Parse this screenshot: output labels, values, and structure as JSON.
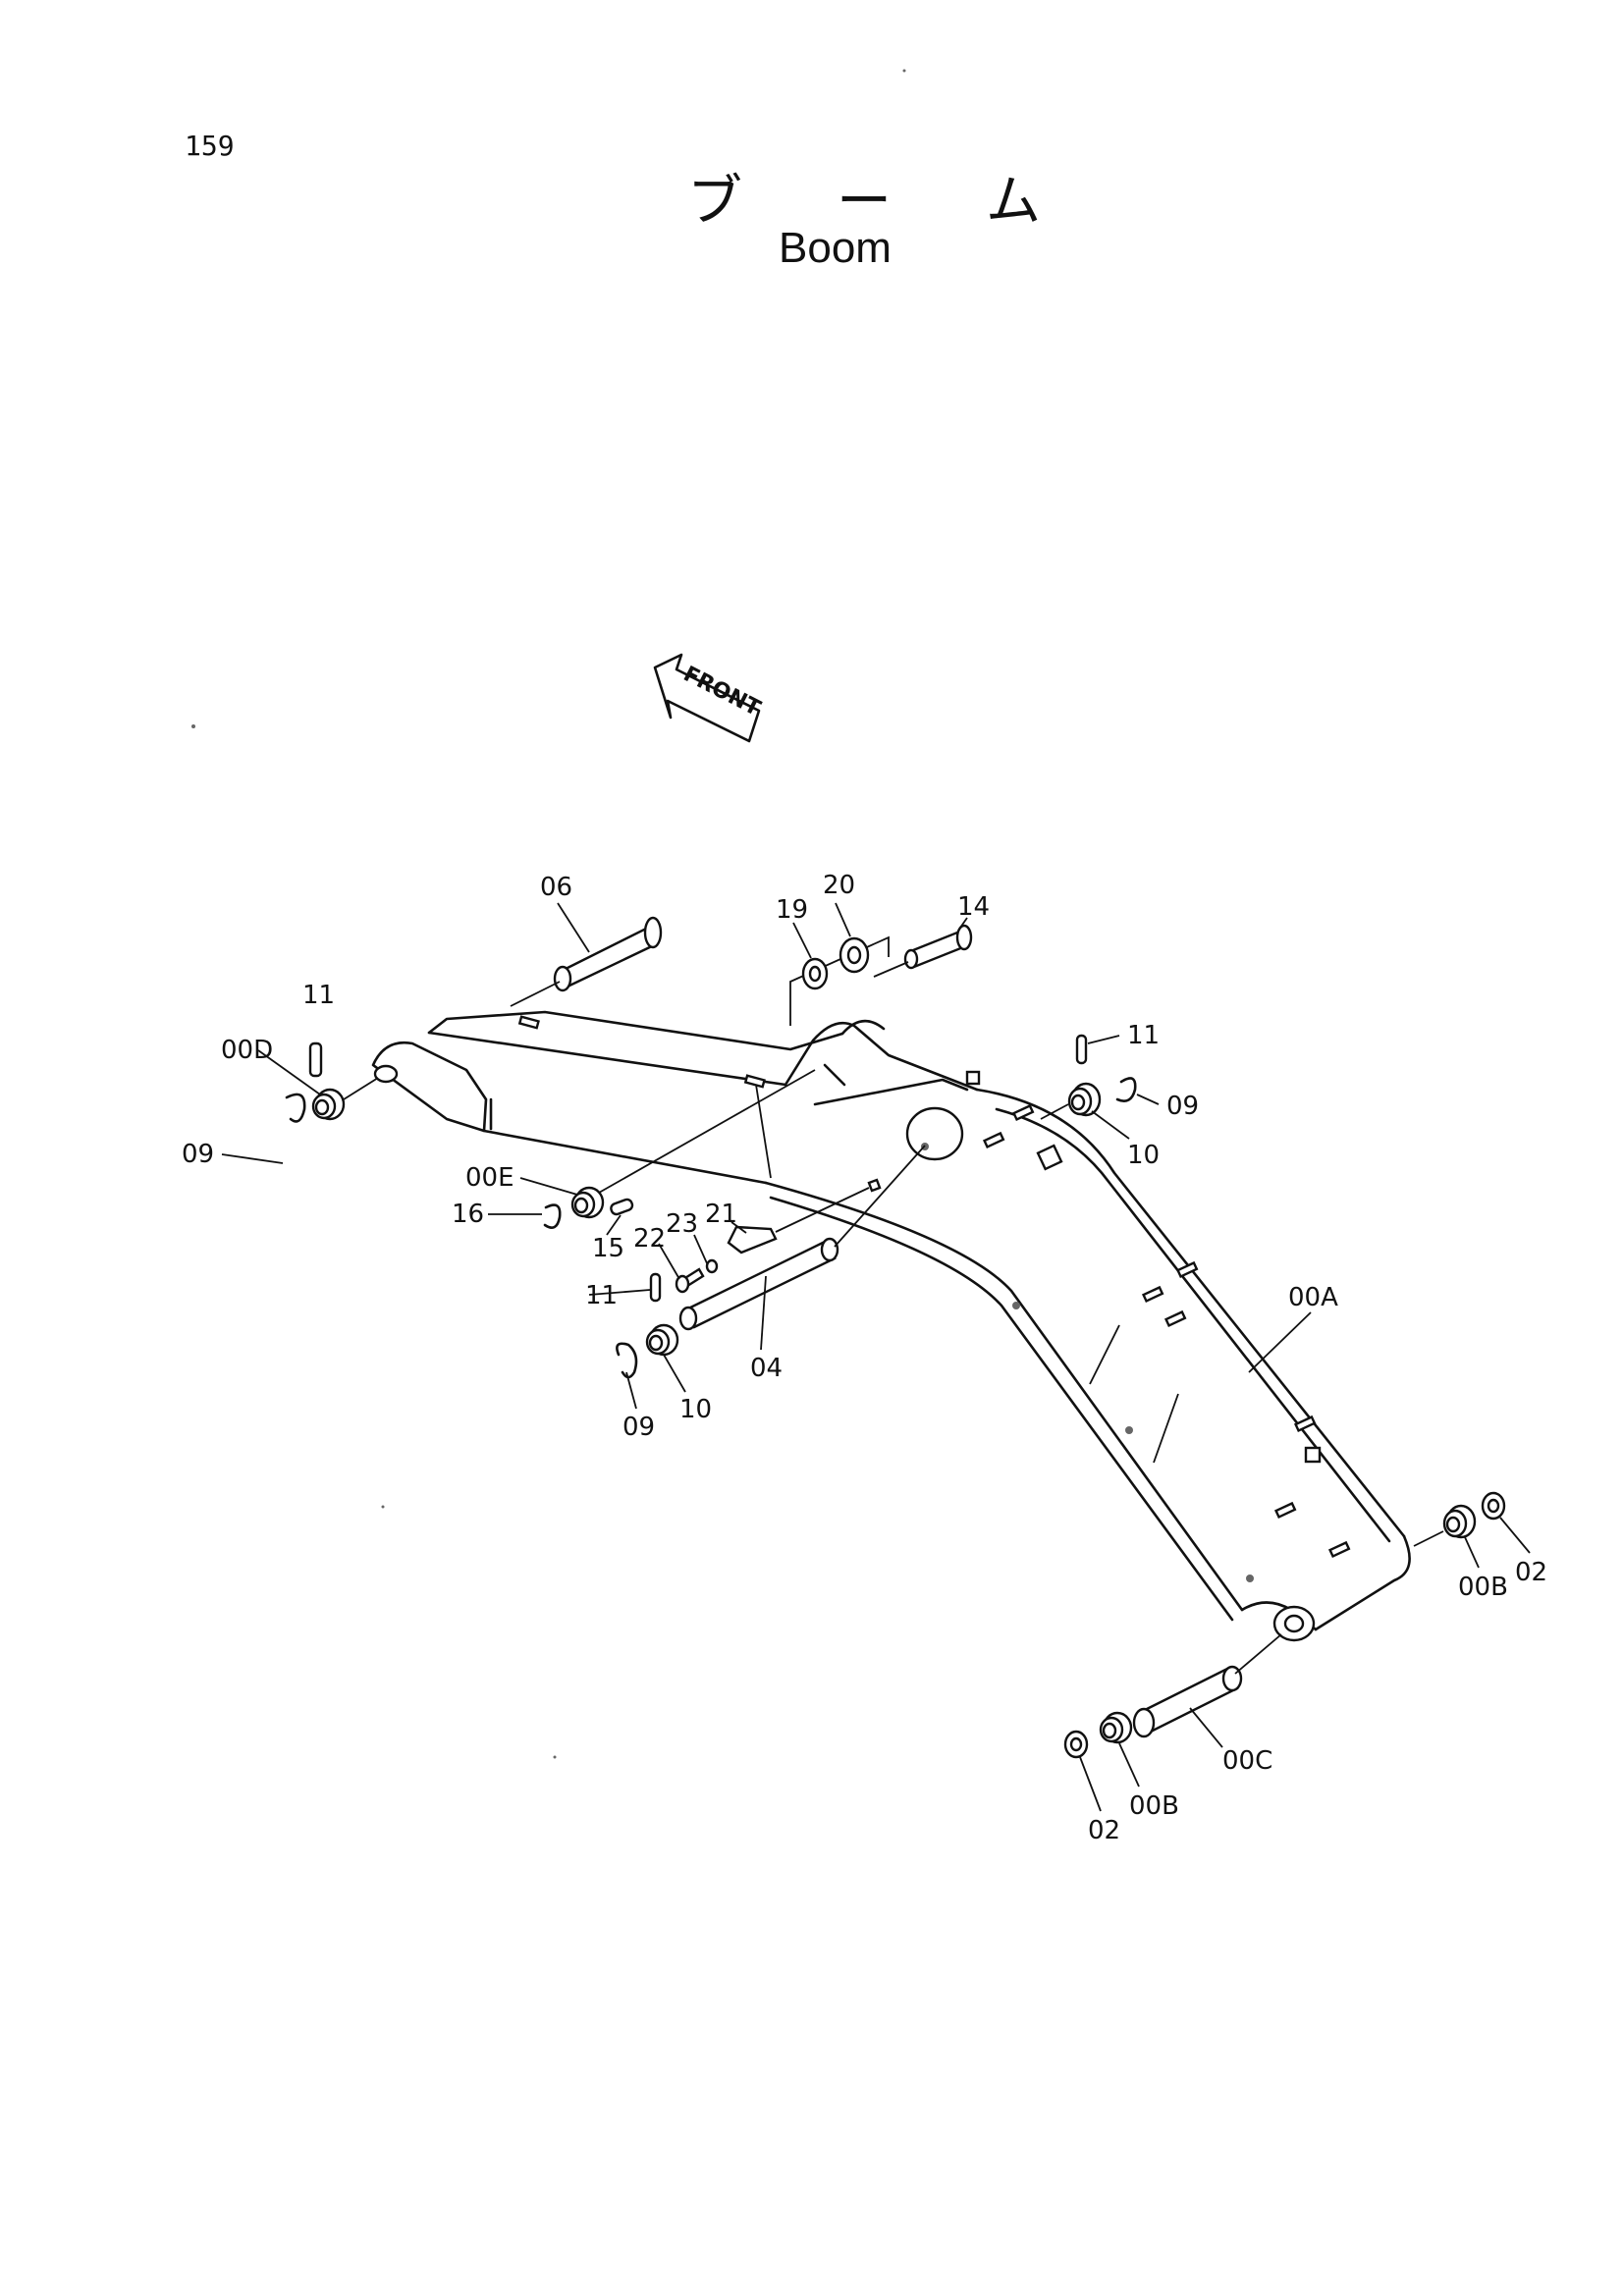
{
  "page_number": "159",
  "title": {
    "japanese_chars": [
      "ブ",
      "ー",
      "ム"
    ],
    "english": "Boom"
  },
  "front_arrow_label": "FRONT",
  "callouts": {
    "p06": "06",
    "p19": "19",
    "p20": "20",
    "p14": "14",
    "p11_top_left": "11",
    "p00D": "00D",
    "p09_left": "09",
    "p11_right": "11",
    "p09_right": "09",
    "p10_right": "10",
    "p00E": "00E",
    "p16": "16",
    "p15": "15",
    "p21": "21",
    "p23": "23",
    "p22": "22",
    "p11_lower": "11",
    "p04": "04",
    "p09_lower": "09",
    "p10_lower": "10",
    "p00A": "00A",
    "p00B_right": "00B",
    "p02_right": "02",
    "p00C": "00C",
    "p00B_bottom": "00B",
    "p02_bottom": "02"
  }
}
